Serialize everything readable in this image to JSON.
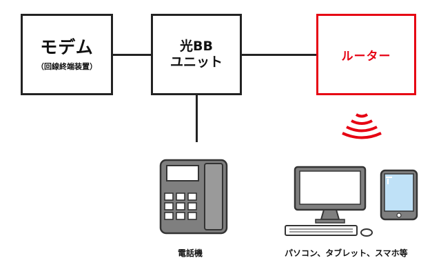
{
  "nodes": {
    "modem": {
      "title": "モデム",
      "subtitle": "（回線終端装置）"
    },
    "unit": {
      "line1": "光BB",
      "line2": "ユニット"
    },
    "router": {
      "title": "ルーター"
    }
  },
  "devices": {
    "phone": {
      "label": "電話機",
      "icon": "desk-phone-icon"
    },
    "pc": {
      "label": "パソコン、タブレット、スマホ等",
      "icon": "desktop-computer-icon"
    },
    "tablet": {
      "icon": "tablet-icon"
    }
  },
  "colors": {
    "accent": "#e60012",
    "line": "#222222",
    "device_gray": "#7f7f7f",
    "screen_blue": "#bfe1f7"
  },
  "wifi": {
    "icon": "wifi-signal-icon"
  }
}
